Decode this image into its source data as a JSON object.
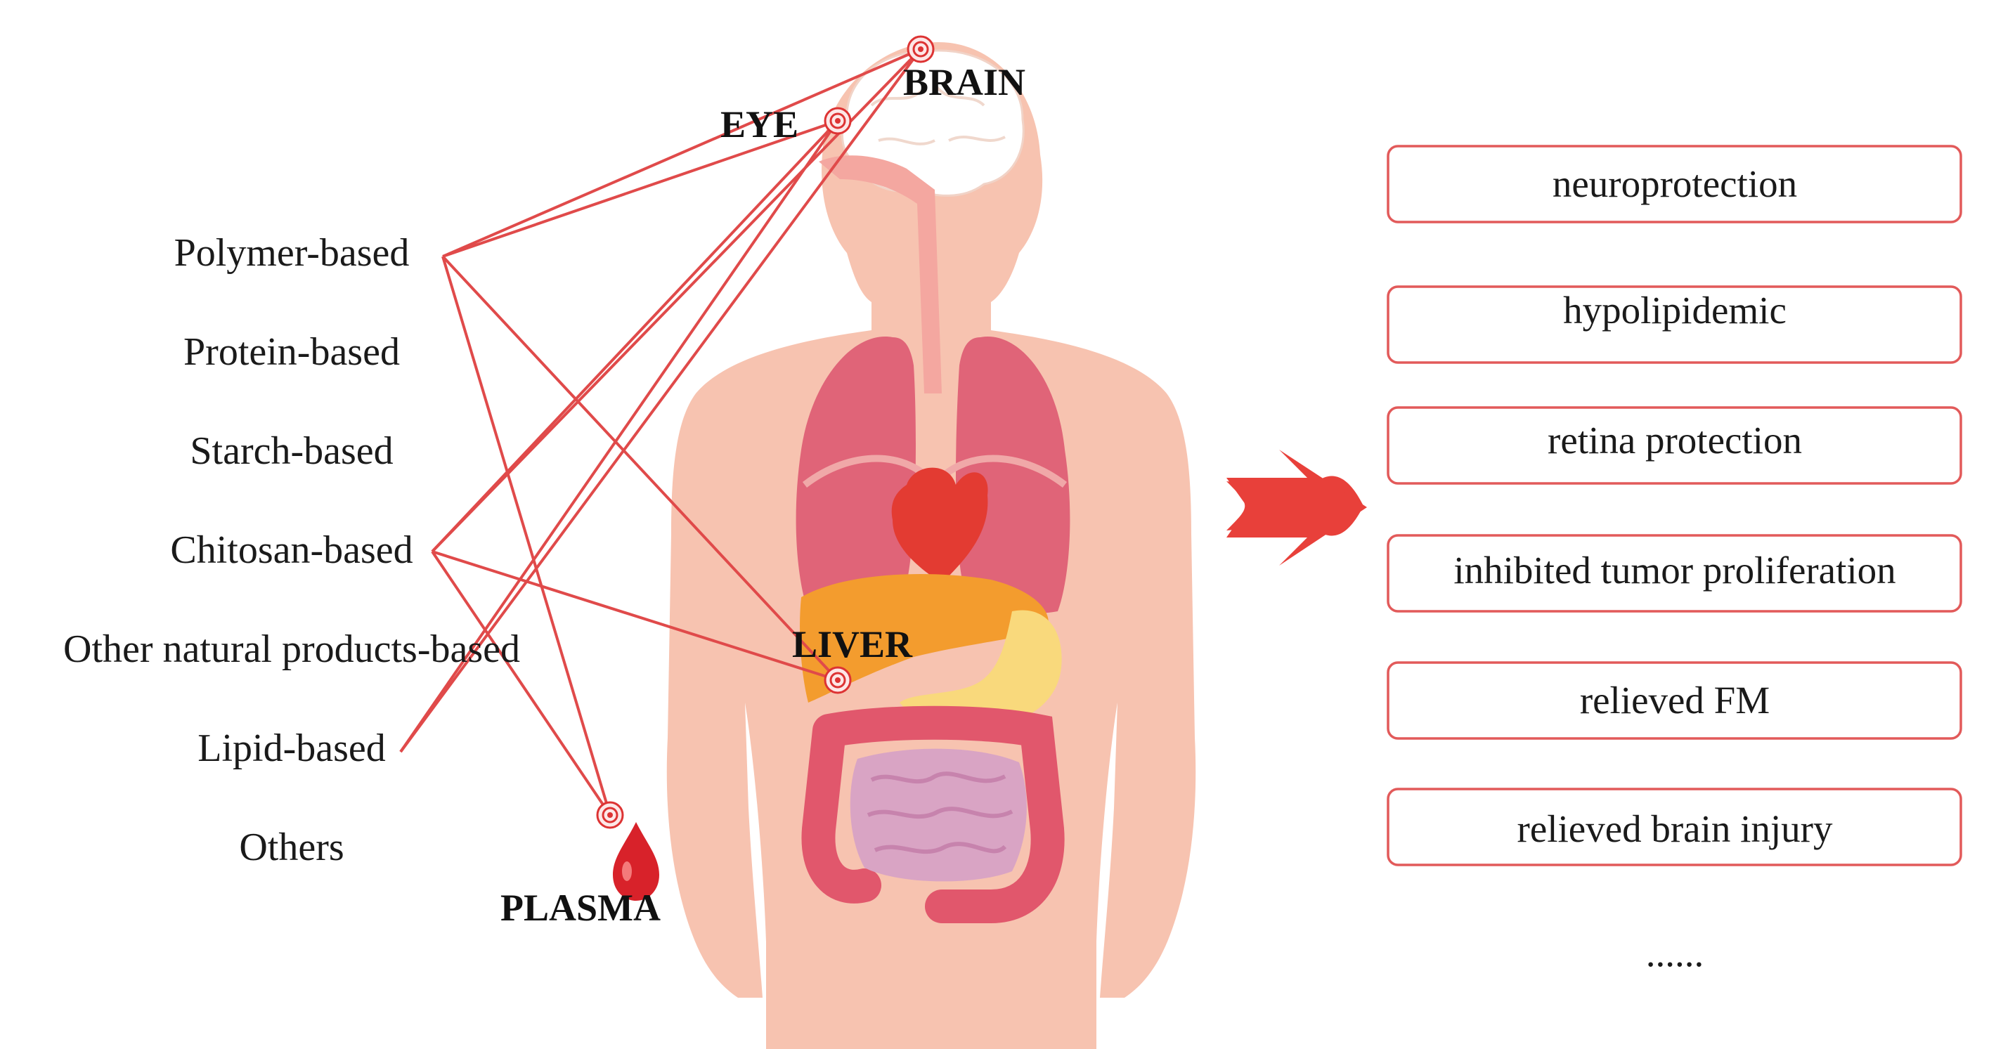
{
  "carriers": [
    "Polymer-based",
    "Protein-based",
    "Starch-based",
    "Chitosan-based",
    "Other natural products-based",
    "Lipid-based",
    "Others"
  ],
  "targets": {
    "brain": "BRAIN",
    "eye": "EYE",
    "liver": "LIVER",
    "plasma": "PLASMA"
  },
  "effects": [
    "neuroprotection",
    "hypolipidemic",
    "retina protection",
    "inhibited tumor proliferation",
    "relieved FM",
    "relieved brain injury"
  ],
  "effects_more": "......",
  "colors": {
    "link": "#e04a4a",
    "box_border": "#e25a5a",
    "arrow": "#e8403a",
    "skin": "#f7c3b0"
  },
  "icons": [
    "target-icon",
    "blood-drop-icon",
    "right-arrow-icon"
  ]
}
